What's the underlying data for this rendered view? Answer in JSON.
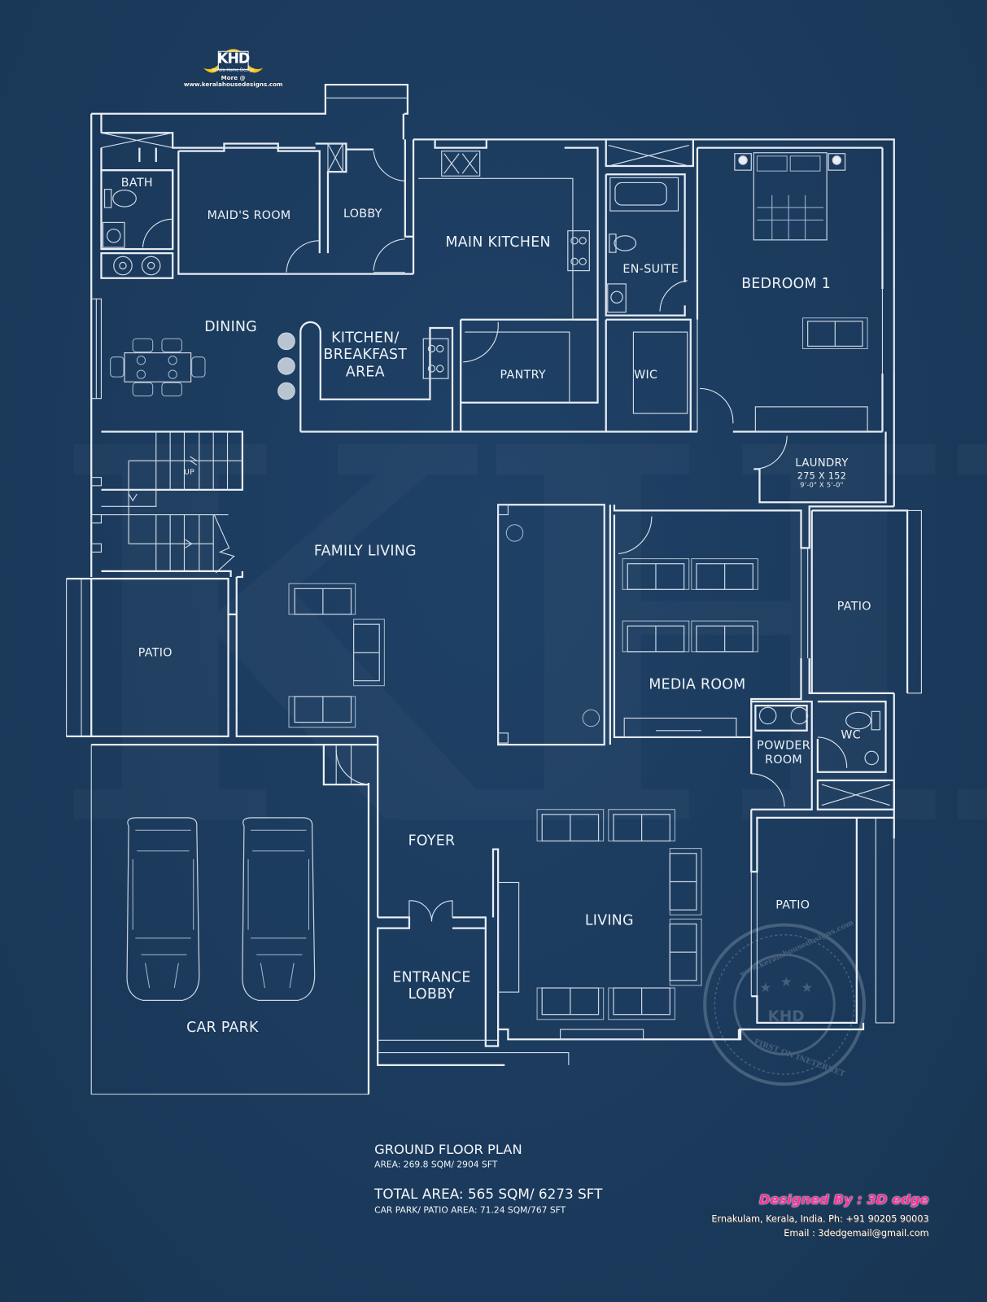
{
  "logo": {
    "mark": "KHD",
    "brand": "Kerala Home Design",
    "url": "More @ www.keralahousedesigns.com"
  },
  "watermark": "KHD",
  "rooms": {
    "bath": "BATH",
    "maids_room": "MAID'S ROOM",
    "lobby": "LOBBY",
    "main_kitchen": "MAIN KITCHEN",
    "en_suite": "EN-SUITE",
    "bedroom_1": "BEDROOM 1",
    "dining": "DINING",
    "kitchen_breakfast_line1": "KITCHEN/",
    "kitchen_breakfast_line2": "BREAKFAST",
    "kitchen_breakfast_line3": "AREA",
    "pantry": "PANTRY",
    "wic": "WIC",
    "laundry": "LAUNDRY",
    "laundry_dim_metric": "275 X 152",
    "laundry_dim_imperial": "9'-0\" X 5'-0\"",
    "stair_up": "UP",
    "family_living": "FAMILY LIVING",
    "patio_west": "PATIO",
    "patio_east": "PATIO",
    "media_room": "MEDIA ROOM",
    "powder_room_line1": "POWDER",
    "powder_room_line2": "ROOM",
    "wc": "WC",
    "foyer": "FOYER",
    "living": "LIVING",
    "patio_south": "PATIO",
    "entrance_lobby_line1": "ENTRANCE",
    "entrance_lobby_line2": "LOBBY",
    "car_park": "CAR PARK"
  },
  "notes": {
    "plan_title": "GROUND FLOOR PLAN",
    "plan_area": "AREA: 269.8 SQM/ 2904 SFT",
    "total_area": "TOTAL AREA: 565 SQM/ 6273 SFT",
    "carpark_patio_area": "CAR PARK/ PATIO AREA: 71.24 SQM/767 SFT"
  },
  "credits": {
    "designed_by": "Designed By : 3D edge",
    "address": "Ernakulam, Kerala, India.  Ph: +91 90205 90003",
    "email": "Email : 3dedgemail@gmail.com"
  },
  "stamp": {
    "top_text": "www.keralahousedesigns.com",
    "bottom_text": "FIRST ON INETERNET"
  },
  "colors": {
    "background": "#1b3a5c",
    "lines": "#e9eef5",
    "logo_accent": "#f5c518",
    "designer_pink": "#ff2e9a"
  }
}
